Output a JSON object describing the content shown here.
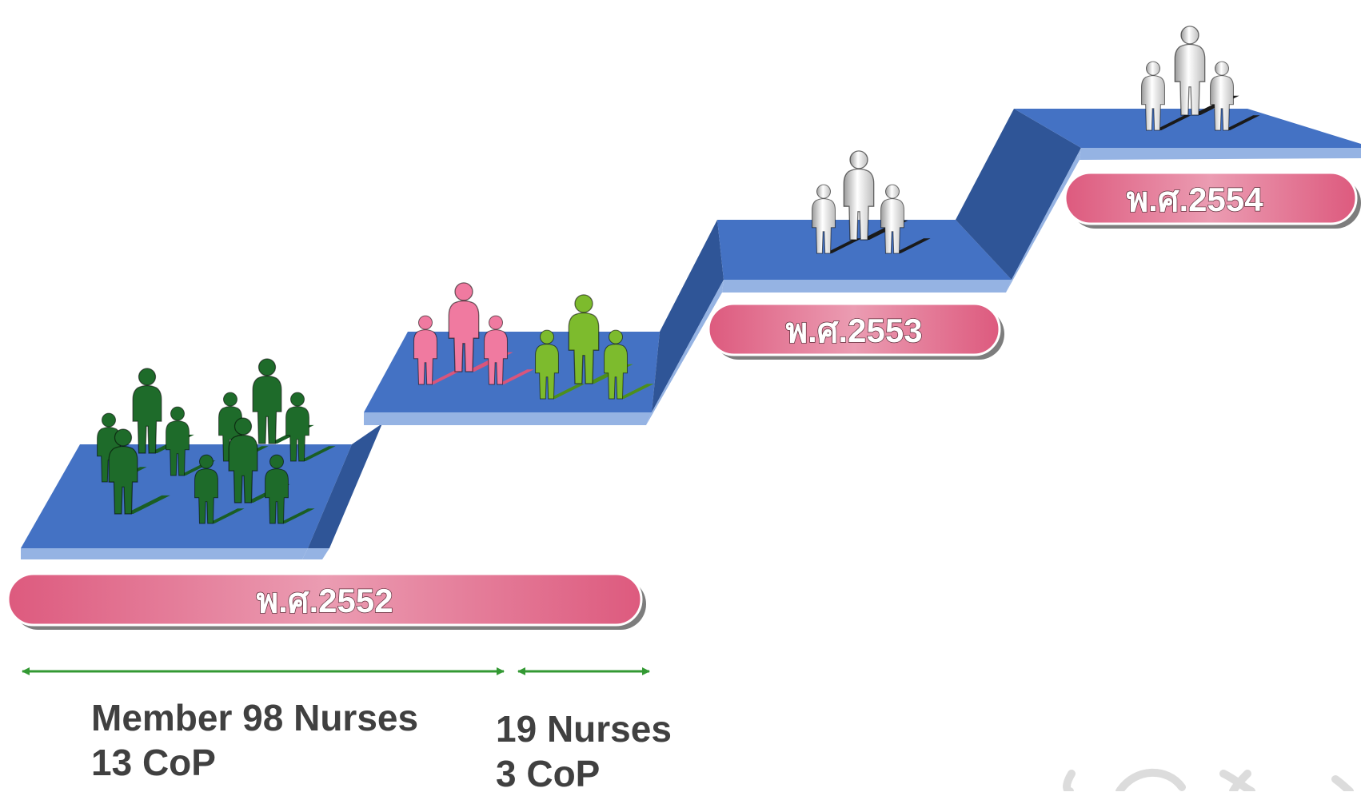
{
  "years": [
    {
      "label": "พ.ศ.2552"
    },
    {
      "label": "พ.ศ.2553"
    },
    {
      "label": "พ.ศ.2554"
    }
  ],
  "groups": [
    {
      "line1": "Member 98 Nurses",
      "line2": "13 CoP"
    },
    {
      "line1": "19 Nurses",
      "line2": "3 CoP"
    }
  ],
  "colors": {
    "platform_top": "#4472c4",
    "platform_edge": "#95b3e3",
    "platform_side": "#2f5597",
    "banner": "#e07895",
    "arrow": "#339933",
    "people_green_dark": "#1e6b2a",
    "people_pink": "#f07aa0",
    "people_green_light": "#7dbb2d",
    "people_gray": "#d9d9d9",
    "text": "#404040"
  }
}
